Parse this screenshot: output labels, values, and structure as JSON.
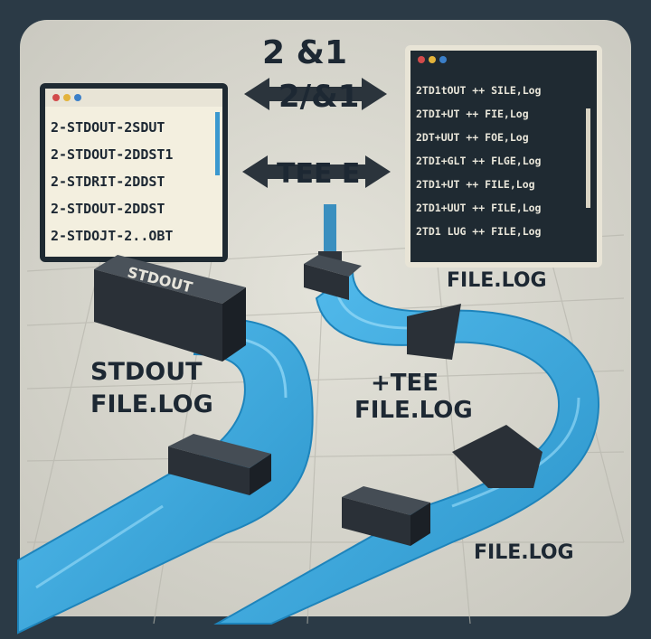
{
  "illustration": {
    "redirect_operator_top": "2  &1",
    "redirect_operator_bottom": "2/&1",
    "tee_operator": "TEE E",
    "left_terminal_lines": [
      "2-STDOUT-2SDUT",
      "2-STDOUT-2DDST1",
      "2-STDRIT-2DDST",
      "2-STDOUT-2DDST",
      "2-STDOJT-2..OBT"
    ],
    "right_terminal_lines": [
      "2TD1tOUT ++ SILE,Log",
      "2TDI+UT ++ FIE,Log",
      "2DT+UUT ++ FOE,Log",
      "2TDI+GLT ++ FLGE,Log",
      "2TD1+UT ++ FILE,Log",
      "2TD1+UUT ++ FILE,Log",
      "2TD1 LUG ++ FILE,Log"
    ],
    "stdout_box_label": "STDOUT",
    "left_caption_line1": "STDOUT",
    "left_caption_line2": "FILE.LOG",
    "right_top_caption": "FILE.LOG",
    "middle_caption_line1": "+TEE",
    "middle_caption_line2": "FILE.LOG",
    "bottom_caption": "FILE.LOG",
    "colors": {
      "frame": "#2b3a46",
      "floor": "#d9d8cf",
      "stream": "#39a9dd",
      "stream_dark": "#1e84bb",
      "connector": "#2f353c",
      "terminal_dark": "#1f2a32",
      "terminal_light": "#f3efdf",
      "ink": "#1d2833"
    }
  }
}
